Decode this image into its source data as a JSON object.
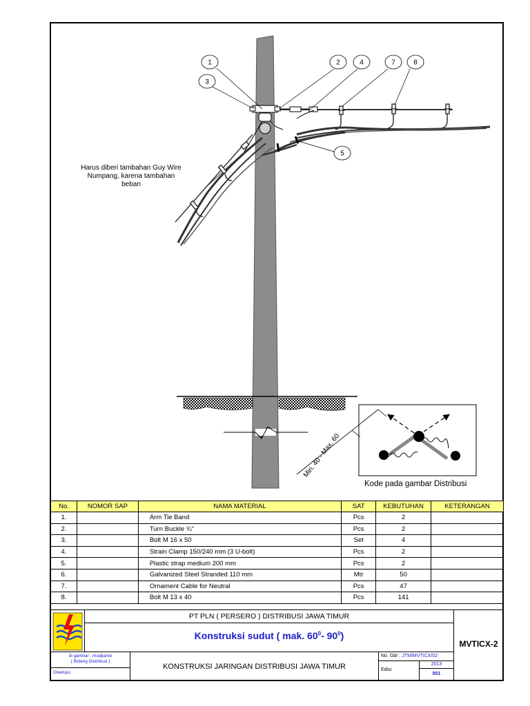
{
  "drawing": {
    "callouts": [
      "1",
      "2",
      "3",
      "4",
      "5",
      "7",
      "8"
    ],
    "note": "Harus diberi tambahan Guy Wire Numpang, karena tambahan beban",
    "angle_label": "Min. 40 - Max. 60",
    "legend_caption": "Kode pada gambar Distribusi"
  },
  "table": {
    "headers": [
      "No.",
      "NOMOR SAP",
      "NAMA  MATERIAL",
      "SAT",
      "KEBUTUHAN",
      "KETERANGAN"
    ],
    "rows": [
      {
        "no": "1.",
        "sap": "",
        "name": "Arm Tie Band",
        "sat": "Pcs",
        "qty": "2",
        "ket": ""
      },
      {
        "no": "2.",
        "sap": "",
        "name": "Turn Buckle ¾\"",
        "sat": "Pcs",
        "qty": "2",
        "ket": ""
      },
      {
        "no": "3.",
        "sap": "",
        "name": "Bolt M 16 x 50",
        "sat": "Set",
        "qty": "4",
        "ket": ""
      },
      {
        "no": "4.",
        "sap": "",
        "name": "Strain Clamp 150/240 mm (3 U-bolt)",
        "sat": "Pcs",
        "qty": "2",
        "ket": ""
      },
      {
        "no": "5.",
        "sap": "",
        "name": "Plastic strap medium 200 mm",
        "sat": "Pcs",
        "qty": "2",
        "ket": ""
      },
      {
        "no": "6.",
        "sap": "",
        "name": "Galvanized Steel Stranded 110 mm",
        "sat": "Mtr",
        "qty": "50",
        "ket": ""
      },
      {
        "no": "7.",
        "sap": "",
        "name": "Ornament Cable for Neutral",
        "sat": "Pcs",
        "qty": "47",
        "ket": ""
      },
      {
        "no": "8.",
        "sap": "",
        "name": "Bolt M 13 x 40",
        "sat": "Pcs",
        "qty": "141",
        "ket": ""
      }
    ]
  },
  "title_block": {
    "company": "PT PLN ( PERSERO ) DISTRIBUSI JAWA TIMUR",
    "title": "Konstruksi sudut ( mak. 60",
    "title_sup1": "0",
    "title_mid": "- 90",
    "title_sup2": "0",
    "title_end": ")",
    "code": "MVTICX-2",
    "drawn_by": "di gambar : mudjianto",
    "dept": "( Bidang Distribusi )",
    "approved": "Disetujui :",
    "subtitle": "KONSTRUKSI JARINGAN DISTRIBUSI JAWA TIMUR",
    "no_gbr_label": "No. Gbr :",
    "no_gbr_value": "JTM/MVTICX/02",
    "year": "2013",
    "edisi_label": "Edisi",
    "edisi_value": "001",
    "colors": {
      "accent_blue": "#1a1acc",
      "logo_yellow": "#ffe500",
      "logo_red": "#e01010",
      "header_yellow": "#ffff8a"
    }
  }
}
